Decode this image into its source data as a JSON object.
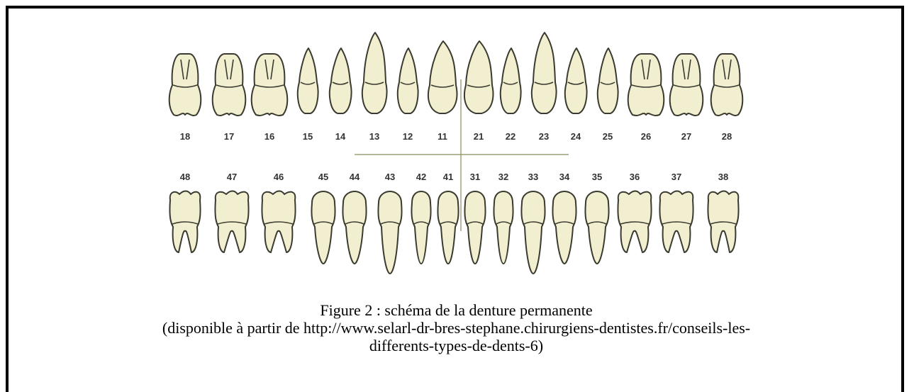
{
  "upper_teeth": [
    "18",
    "17",
    "16",
    "15",
    "14",
    "13",
    "12",
    "11",
    "21",
    "22",
    "23",
    "24",
    "25",
    "26",
    "27",
    "28"
  ],
  "lower_teeth": [
    "48",
    "47",
    "46",
    "45",
    "44",
    "43",
    "42",
    "41",
    "31",
    "32",
    "33",
    "34",
    "35",
    "36",
    "37",
    "38"
  ],
  "caption": {
    "line1": "Figure 2 : schéma de la denture permanente",
    "line2": "(disponible à partir de http://www.selarl-dr-bres-stephane.chirurgiens-dentistes.fr/conseils-les-",
    "line3": "differents-types-de-dents-6)"
  }
}
